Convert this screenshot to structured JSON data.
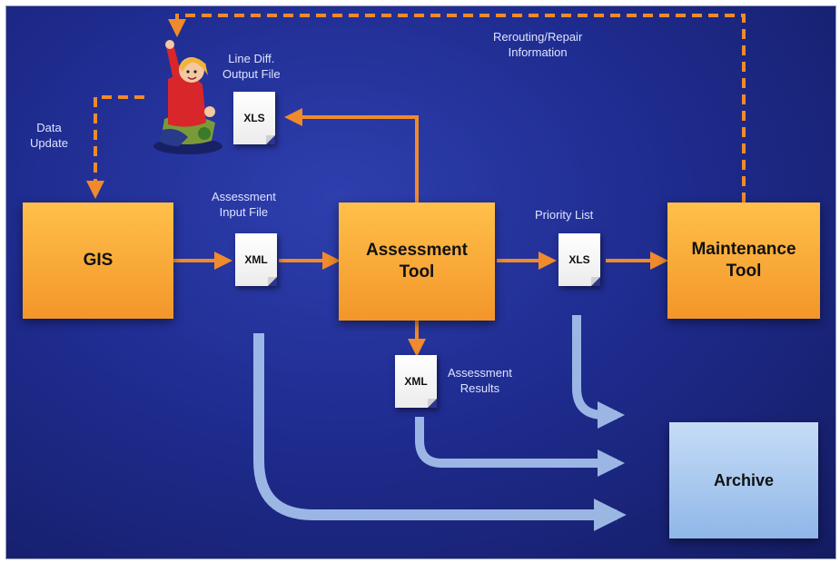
{
  "boxes": {
    "gis": "GIS",
    "assessment_tool_line1": "Assessment",
    "assessment_tool_line2": "Tool",
    "maintenance_tool_line1": "Maintenance",
    "maintenance_tool_line2": "Tool",
    "archive": "Archive"
  },
  "documents": {
    "line_diff": "XLS",
    "assessment_input": "XML",
    "priority_list": "XLS",
    "assessment_results": "XML"
  },
  "labels": {
    "data_update_line1": "Data",
    "data_update_line2": "Update",
    "line_diff_line1": "Line Diff.",
    "line_diff_line2": "Output File",
    "assessment_input_line1": "Assessment",
    "assessment_input_line2": "Input File",
    "priority_list": "Priority List",
    "assessment_results_line1": "Assessment",
    "assessment_results_line2": "Results",
    "rerouting_line1": "Rerouting/Repair",
    "rerouting_line2": "Information"
  },
  "colors": {
    "flow_arrow": "#f08a2c",
    "archive_arrow": "#a9c6ef",
    "box": "#f6a436"
  }
}
